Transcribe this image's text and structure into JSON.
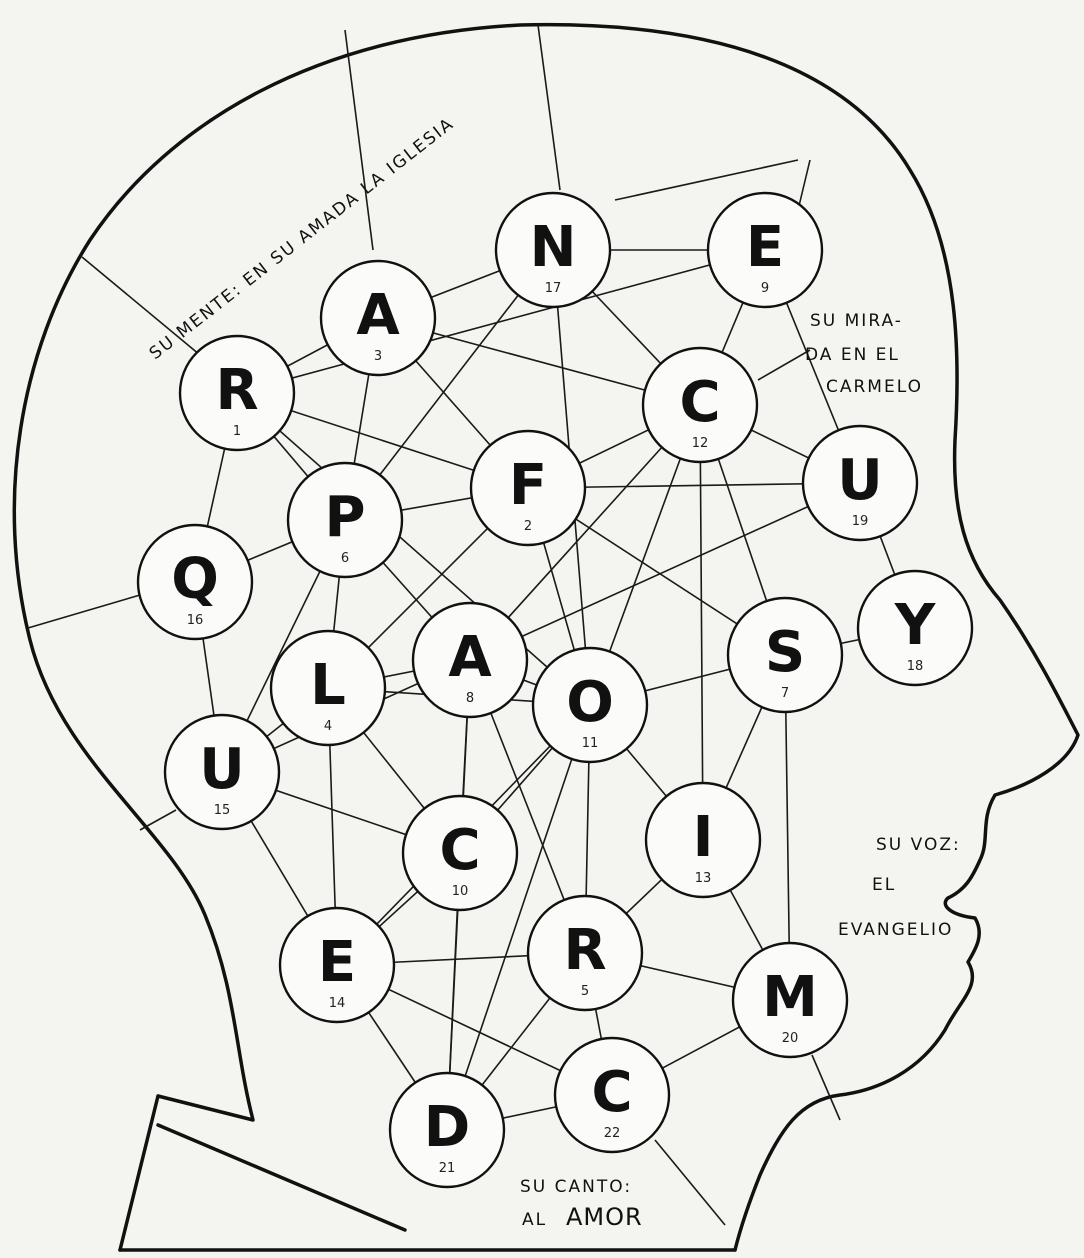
{
  "captions": {
    "mind_line": "SU MENTE: EN SU AMADA LA IGLESIA",
    "gaze_1": "SU MIRA-",
    "gaze_2": "DA EN EL",
    "gaze_3": "CARMELO",
    "voice_1": "SU VOZ:",
    "voice_2": "EL",
    "voice_3": "EVANGELIO",
    "song_1": "SU CANTO:",
    "song_2": "AL",
    "song_3": "AMOR"
  },
  "nodes": [
    {
      "id": "r1",
      "letter": "R",
      "number": "1"
    },
    {
      "id": "a3",
      "letter": "A",
      "number": "3"
    },
    {
      "id": "n17",
      "letter": "N",
      "number": "17"
    },
    {
      "id": "e9",
      "letter": "E",
      "number": "9"
    },
    {
      "id": "c12",
      "letter": "C",
      "number": "12"
    },
    {
      "id": "u19",
      "letter": "U",
      "number": "19"
    },
    {
      "id": "f2",
      "letter": "F",
      "number": "2"
    },
    {
      "id": "p6",
      "letter": "P",
      "number": "6"
    },
    {
      "id": "q16",
      "letter": "Q",
      "number": "16"
    },
    {
      "id": "y18",
      "letter": "Y",
      "number": "18"
    },
    {
      "id": "l4",
      "letter": "L",
      "number": "4"
    },
    {
      "id": "a8",
      "letter": "A",
      "number": "8"
    },
    {
      "id": "o11",
      "letter": "O",
      "number": "11"
    },
    {
      "id": "s7",
      "letter": "S",
      "number": "7"
    },
    {
      "id": "u15",
      "letter": "U",
      "number": "15"
    },
    {
      "id": "c10",
      "letter": "C",
      "number": "10"
    },
    {
      "id": "i13",
      "letter": "I",
      "number": "13"
    },
    {
      "id": "e14",
      "letter": "E",
      "number": "14"
    },
    {
      "id": "r5",
      "letter": "R",
      "number": "5"
    },
    {
      "id": "m20",
      "letter": "M",
      "number": "20"
    },
    {
      "id": "d21",
      "letter": "D",
      "number": "21"
    },
    {
      "id": "c22",
      "letter": "C",
      "number": "22"
    }
  ],
  "edges": [
    [
      "r1",
      "a3"
    ],
    [
      "r1",
      "q16"
    ],
    [
      "r1",
      "p6"
    ],
    [
      "r1",
      "f2"
    ],
    [
      "r1",
      "o11"
    ],
    [
      "r1",
      "e9"
    ],
    [
      "a3",
      "n17"
    ],
    [
      "a3",
      "p6"
    ],
    [
      "a3",
      "f2"
    ],
    [
      "a3",
      "c12"
    ],
    [
      "n17",
      "e9"
    ],
    [
      "n17",
      "c12"
    ],
    [
      "n17",
      "p6"
    ],
    [
      "n17",
      "o11"
    ],
    [
      "e9",
      "c12"
    ],
    [
      "e9",
      "u19"
    ],
    [
      "c12",
      "u19"
    ],
    [
      "c12",
      "f2"
    ],
    [
      "c12",
      "a8"
    ],
    [
      "c12",
      "o11"
    ],
    [
      "c12",
      "s7"
    ],
    [
      "c12",
      "i13"
    ],
    [
      "u19",
      "f2"
    ],
    [
      "u19",
      "y18"
    ],
    [
      "u19",
      "a8"
    ],
    [
      "f2",
      "p6"
    ],
    [
      "f2",
      "l4"
    ],
    [
      "f2",
      "o11"
    ],
    [
      "f2",
      "s7"
    ],
    [
      "p6",
      "q16"
    ],
    [
      "p6",
      "l4"
    ],
    [
      "p6",
      "a8"
    ],
    [
      "p6",
      "u15"
    ],
    [
      "q16",
      "u15"
    ],
    [
      "l4",
      "a8"
    ],
    [
      "l4",
      "u15"
    ],
    [
      "l4",
      "o11"
    ],
    [
      "l4",
      "e14"
    ],
    [
      "l4",
      "c10"
    ],
    [
      "a8",
      "o11"
    ],
    [
      "a8",
      "c10"
    ],
    [
      "a8",
      "r5"
    ],
    [
      "a8",
      "u15"
    ],
    [
      "o11",
      "s7"
    ],
    [
      "o11",
      "c10"
    ],
    [
      "o11",
      "i13"
    ],
    [
      "o11",
      "r5"
    ],
    [
      "o11",
      "d21"
    ],
    [
      "o11",
      "e14"
    ],
    [
      "s7",
      "y18"
    ],
    [
      "s7",
      "i13"
    ],
    [
      "s7",
      "m20"
    ],
    [
      "u15",
      "c10"
    ],
    [
      "u15",
      "e14"
    ],
    [
      "c10",
      "e14"
    ],
    [
      "c10",
      "d21"
    ],
    [
      "i13",
      "r5"
    ],
    [
      "i13",
      "m20"
    ],
    [
      "e14",
      "r5"
    ],
    [
      "e14",
      "d21"
    ],
    [
      "e14",
      "c22"
    ],
    [
      "r5",
      "m20"
    ],
    [
      "r5",
      "d21"
    ],
    [
      "r5",
      "c22"
    ],
    [
      "m20",
      "c22"
    ],
    [
      "d21",
      "c22"
    ],
    [
      "a8",
      "d21"
    ]
  ]
}
